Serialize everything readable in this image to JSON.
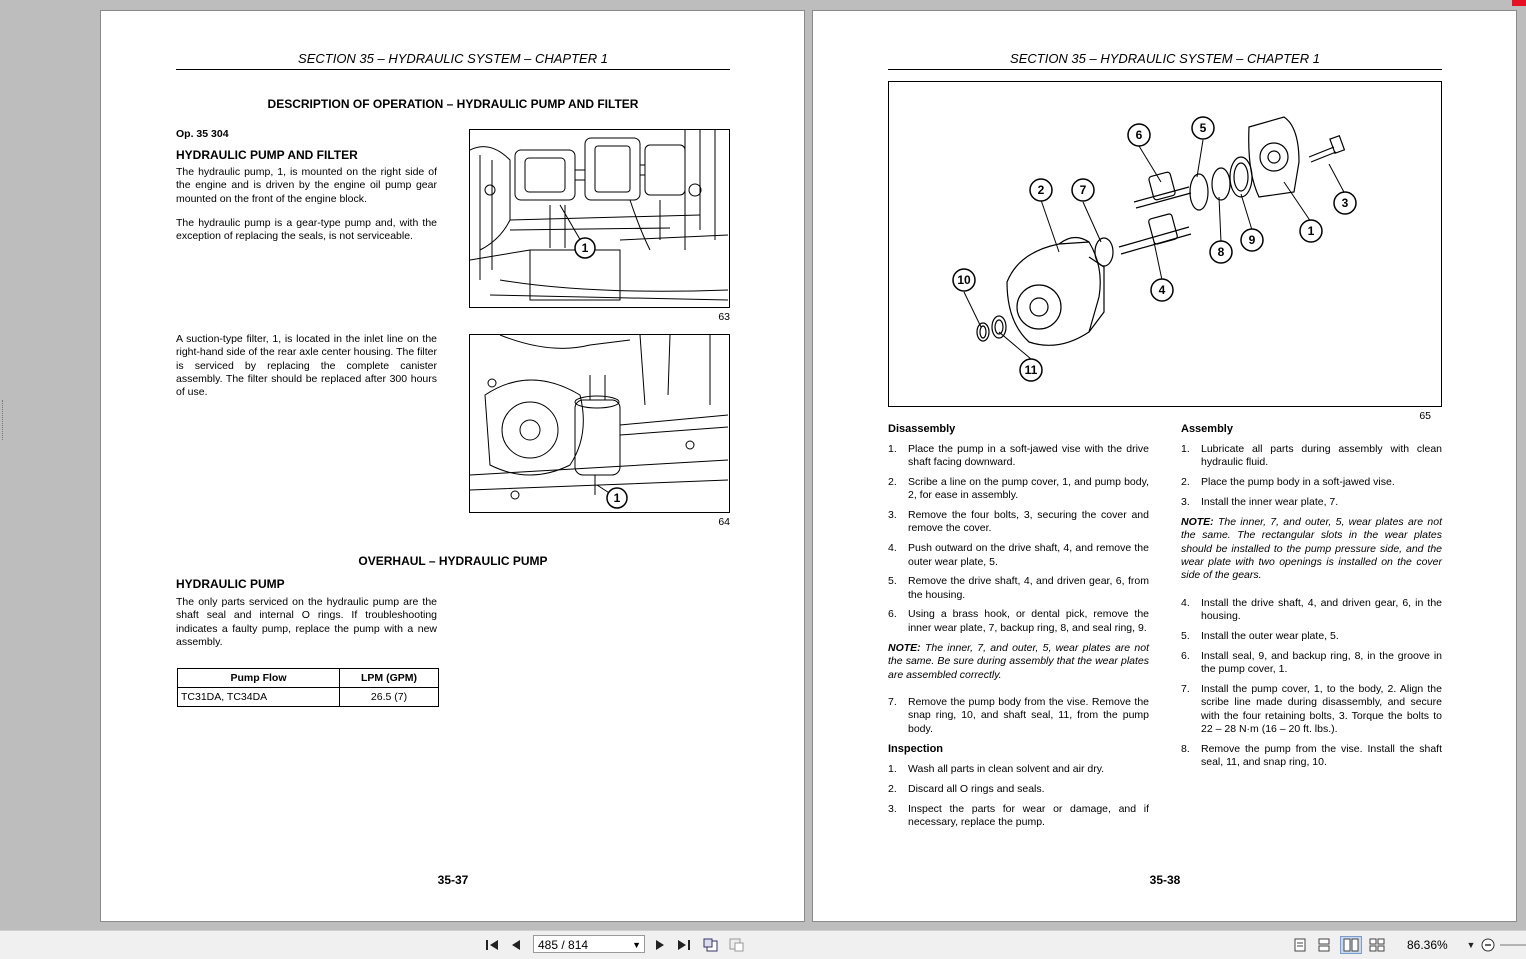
{
  "left_page": {
    "header": "SECTION 35 – HYDRAULIC SYSTEM – CHAPTER 1",
    "title1": "DESCRIPTION OF OPERATION – HYDRAULIC PUMP AND FILTER",
    "op": "Op. 35 304",
    "sub1": "HYDRAULIC PUMP AND FILTER",
    "p1": "The hydraulic pump, 1, is mounted on the right side of the engine and is driven by the engine oil pump gear mounted on the front of the engine block.",
    "p2": "The hydraulic pump is a gear-type pump and, with the exception of replacing the seals, is not serviceable.",
    "p3": "A suction-type filter, 1, is located in the inlet line on the right-hand side of the rear axle center housing. The filter is serviced by replacing the complete canister assembly. The filter should be replaced after 300 hours of use.",
    "fig63_callout": "1",
    "fig63_num": "63",
    "fig64_callout": "1",
    "fig64_num": "64",
    "title2": "OVERHAUL – HYDRAULIC PUMP",
    "sub2": "HYDRAULIC PUMP",
    "p4": "The only parts serviced on the hydraulic pump are the shaft seal and internal O rings. If troubleshooting indicates a faulty pump, replace the pump with a new assembly.",
    "table": {
      "headers": [
        "Pump Flow",
        "LPM (GPM)"
      ],
      "rows": [
        [
          "TC31DA, TC34DA",
          "26.5 (7)"
        ]
      ]
    },
    "page_number": "35-37"
  },
  "right_page": {
    "header": "SECTION 35 – HYDRAULIC SYSTEM – CHAPTER 1",
    "fig65_num": "65",
    "callouts": [
      "1",
      "2",
      "3",
      "4",
      "5",
      "6",
      "7",
      "8",
      "9",
      "10",
      "11"
    ],
    "disassembly": {
      "heading": "Disassembly",
      "steps": [
        {
          "n": "1.",
          "t": "Place the pump in a soft-jawed vise with the drive shaft facing downward."
        },
        {
          "n": "2.",
          "t": "Scribe a line on the pump cover, 1, and pump body, 2, for ease in assembly."
        },
        {
          "n": "3.",
          "t": "Remove the four bolts, 3, securing the cover and remove the cover."
        },
        {
          "n": "4.",
          "t": "Push outward on the drive shaft, 4, and remove the outer wear plate, 5."
        },
        {
          "n": "5.",
          "t": "Remove the drive shaft, 4, and driven gear, 6, from the housing."
        },
        {
          "n": "6.",
          "t": "Using a brass hook, or dental pick, remove the inner wear plate, 7, backup ring, 8, and seal ring, 9."
        }
      ],
      "note_label": "NOTE:",
      "note": " The inner, 7, and outer, 5, wear plates are not the same. Be sure during assembly that the wear plates are assembled correctly.",
      "steps2": [
        {
          "n": "7.",
          "t": "Remove the pump body from the vise. Remove the snap ring, 10, and shaft seal, 11, from the pump body."
        }
      ]
    },
    "inspection": {
      "heading": "Inspection",
      "steps": [
        {
          "n": "1.",
          "t": "Wash all parts in clean solvent and air dry."
        },
        {
          "n": "2.",
          "t": "Discard all O rings and seals."
        },
        {
          "n": "3.",
          "t": "Inspect the parts for wear or damage, and if necessary, replace the pump."
        }
      ]
    },
    "assembly": {
      "heading": "Assembly",
      "steps": [
        {
          "n": "1.",
          "t": "Lubricate all parts during assembly with clean hydraulic fluid."
        },
        {
          "n": "2.",
          "t": "Place the pump body in a soft-jawed vise."
        },
        {
          "n": "3.",
          "t": "Install the inner wear plate, 7."
        }
      ],
      "note_label": "NOTE:",
      "note": " The inner, 7, and outer, 5, wear plates are not the same. The rectangular slots in the wear plates should be installed to the pump pressure side, and the wear plate with two openings is installed on the cover side of the gears.",
      "steps2": [
        {
          "n": "4.",
          "t": "Install the drive shaft, 4, and driven gear, 6, in the housing."
        },
        {
          "n": "5.",
          "t": "Install the outer wear plate, 5."
        },
        {
          "n": "6.",
          "t": "Install seal, 9, and backup ring, 8, in the groove in the pump cover, 1."
        },
        {
          "n": "7.",
          "t": "Install the pump cover, 1, to the body, 2. Align the scribe line made during disassembly, and secure with the four retaining bolts, 3. Torque the bolts to 22 – 28 N·m (16 – 20 ft. lbs.)."
        },
        {
          "n": "8.",
          "t": "Remove the pump from the vise. Install the shaft seal, 11, and snap ring, 10."
        }
      ]
    },
    "page_number": "35-38"
  },
  "toolbar": {
    "page_field": "485 / 814",
    "zoom": "86.36%",
    "icons": [
      "first-page-icon",
      "prev-page-icon",
      "next-page-icon",
      "last-page-icon",
      "go-back-icon",
      "go-forward-icon",
      "single-page-icon",
      "continuous-icon",
      "two-page-icon",
      "two-page-continuous-icon",
      "zoom-out-icon"
    ]
  }
}
